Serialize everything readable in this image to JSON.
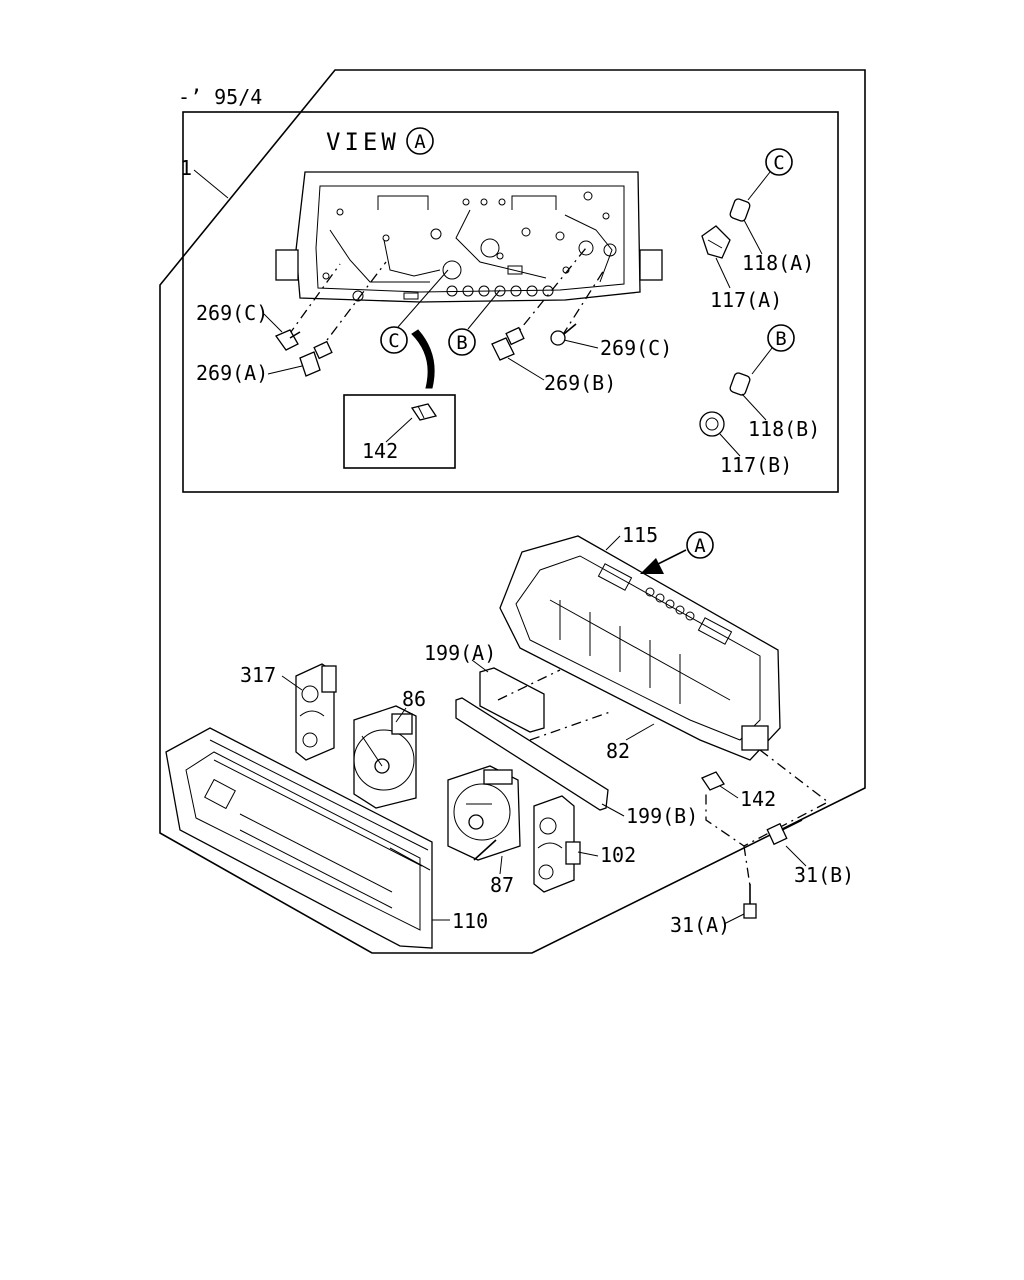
{
  "header": {
    "note": "-’ 95/4"
  },
  "view": {
    "title": "VIEW",
    "ref": "A"
  },
  "labels": {
    "assembly": "1",
    "screw_269c_left": "269(C)",
    "screw_269a": "269(A)",
    "screw_269c_right": "269(C)",
    "screw_269b": "269(B)",
    "clip_142_detail": "142",
    "bulb_118a": "118(A)",
    "socket_117a": "117(A)",
    "bulb_118b": "118(B)",
    "socket_117b": "117(B)",
    "case_115": "115",
    "plate_199a": "199(A)",
    "gauge_317": "317",
    "gauge_86": "86",
    "bracket_82": "82",
    "plate_199b": "199(B)",
    "clip_142": "142",
    "gauge_102": "102",
    "bolt_31b": "31(B)",
    "meter_87": "87",
    "lens_110": "110",
    "bolt_31a": "31(A)"
  },
  "callouts": {
    "a": "A",
    "b": "B",
    "c": "C"
  }
}
